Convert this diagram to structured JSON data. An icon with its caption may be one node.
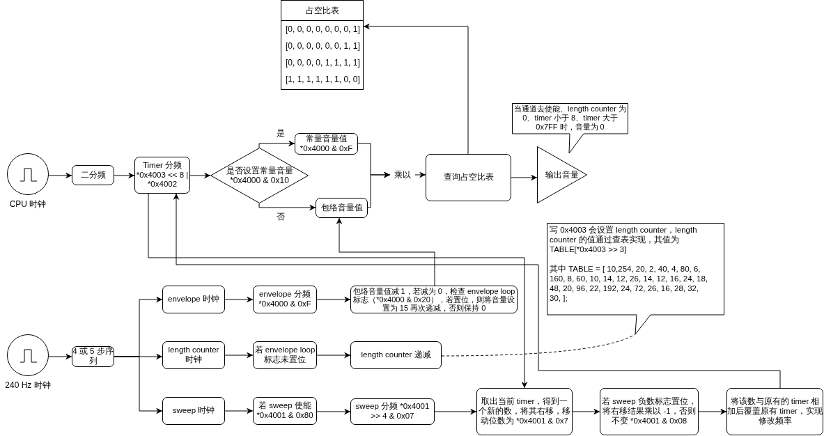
{
  "diagram": {
    "nodes": [
      {
        "text": [],
        "shape": "circle",
        "beside": [
          "CPU 时钟"
        ]
      },
      {
        "text": [
          "二分频"
        ]
      },
      {
        "text": [
          "Timer 分频 *0x4003 << 8 | *0x4002"
        ]
      },
      {
        "text": [
          "是否设置常量音量 *0x4000 & 0x10"
        ]
      },
      {
        "text": [
          "常量音量值 *0x4000 & 0xF"
        ]
      },
      {
        "text": [
          "包络音量值"
        ]
      },
      {
        "text": [
          "乘以"
        ]
      },
      {
        "text": [
          "查询占空比表"
        ]
      },
      {
        "text": [
          "占空比表",
          "[0, 0, 0, 0, 0, 0, 0, 1]",
          "[0, 0, 0, 0, 0, 0, 1, 1]",
          "[0, 0, 0, 0, 1, 1, 1, 1]",
          "[1, 1, 1, 1, 1, 1, 0, 0]"
        ]
      },
      {
        "text": [
          "输出音量"
        ]
      },
      {
        "text": [
          "当通道去使能、length counter 为 0、timer 小于 8、timer 大于 0x7FF 时，音量为 0"
        ]
      },
      {
        "text": [],
        "shape": "circle",
        "beside": [
          "240 Hz 时钟"
        ]
      },
      {
        "text": [
          "4 或 5 步序列"
        ]
      },
      {
        "text": [
          "envelope 时钟"
        ]
      },
      {
        "text": [
          "envelope 分频 *0x4000 & 0xF"
        ]
      },
      {
        "text": [
          "包络音量值减 1，若减为 0，检查 envelope loop 标志（*0x4000 & 0x20），若置位，则将音量设置为 15 再次递减，否则保持 0"
        ]
      },
      {
        "text": [
          "length counter 时钟"
        ]
      },
      {
        "text": [
          "若 envelope loop 标志未置位"
        ]
      },
      {
        "text": [
          "length counter 递减"
        ]
      },
      {
        "text": [
          "sweep 时钟"
        ]
      },
      {
        "text": [
          "若 sweep 使能 *0x4001 & 0x80"
        ]
      },
      {
        "text": [
          "sweep 分频 *0x4001 >> 4 & 0x07"
        ]
      },
      {
        "text": [
          "取出当前 timer，得到一个新的数，将其右移，移动位数为 *0x4001 & 0x7"
        ]
      },
      {
        "text": [
          "若 sweep 负数标志置位，将右移结果乘以 -1，否则不变 *0x4001 & 0x08"
        ]
      },
      {
        "text": [
          "将该数与原有的 timer 相加后覆盖原有 timer，实现修改频率"
        ]
      },
      {
        "text": [
          "写 0x4003 会设置 length counter，length counter 的值通过查表实现，其值为 TABLE[*0x4003 >> 3]",
          "其中 TABLE = [ 10,254, 20, 2, 40, 4, 80, 6, 160, 8, 60, 10, 14, 12, 26, 14, 12, 16, 24, 18, 48, 20, 96, 22, 192, 24, 72, 26, 16, 28, 32, 30, ];"
        ]
      }
    ],
    "edges": [
      {
        "from": 0,
        "to": 1,
        "arrow": "to"
      },
      {
        "from": 1,
        "to": 2,
        "arrow": "to"
      },
      {
        "from": 2,
        "to": 3,
        "arrow": "to"
      },
      {
        "from": 3,
        "to": 4,
        "arrow": "to",
        "label": "是"
      },
      {
        "from": 3,
        "to": 5,
        "arrow": "to",
        "label": "否"
      },
      {
        "from": 4,
        "to": 6,
        "arrow": "to"
      },
      {
        "from": 5,
        "to": 6,
        "arrow": "to"
      },
      {
        "from": 6,
        "to": 7,
        "arrow": "to"
      },
      {
        "from": 7,
        "to": 8,
        "arrow": "to"
      },
      {
        "from": 7,
        "to": 9,
        "arrow": "to"
      },
      {
        "from": 15,
        "to": 5,
        "arrow": "to"
      },
      {
        "from": 2,
        "to": 22,
        "arrow": "to"
      },
      {
        "from": 24,
        "to": 2,
        "arrow": "to"
      },
      {
        "from": 11,
        "to": 12,
        "arrow": "to"
      },
      {
        "from": 12,
        "to": 13,
        "arrow": "to"
      },
      {
        "from": 12,
        "to": 16,
        "arrow": "to"
      },
      {
        "from": 12,
        "to": 19,
        "arrow": "to"
      },
      {
        "from": 13,
        "to": 14,
        "arrow": "to"
      },
      {
        "from": 14,
        "to": 15,
        "arrow": "to"
      },
      {
        "from": 16,
        "to": 17,
        "arrow": "to"
      },
      {
        "from": 17,
        "to": 18,
        "arrow": "to"
      },
      {
        "from": 19,
        "to": 20,
        "arrow": "to"
      },
      {
        "from": 20,
        "to": 21,
        "arrow": "to"
      },
      {
        "from": 21,
        "to": 22,
        "arrow": "to"
      },
      {
        "from": 22,
        "to": 23,
        "arrow": "to"
      },
      {
        "from": 23,
        "to": 24,
        "arrow": "to"
      },
      {
        "from": 18,
        "to": 25,
        "arrow": "none",
        "style": "dashed"
      }
    ]
  }
}
